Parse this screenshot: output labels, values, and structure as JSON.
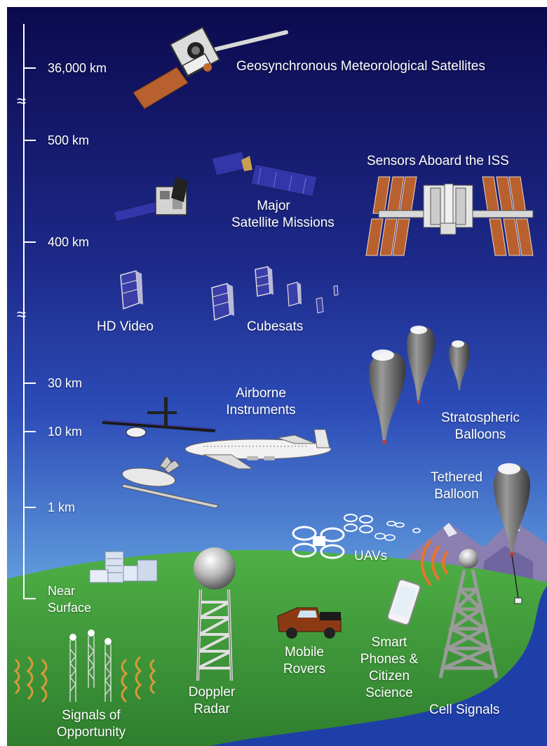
{
  "colors": {
    "sky_top": "#0c0a4e",
    "sky_mid": "#2d4db8",
    "sky_low": "#8fc8ee",
    "ground": "#3e9a3a",
    "water": "#1f3fa8",
    "panel_orange": "#b8602e",
    "panel_blue": "#3236a8"
  },
  "altitude_axis": {
    "ticks": [
      "36,000 km",
      "500 km",
      "400 km",
      "30 km",
      "10 km",
      "1 km"
    ],
    "near_surface": [
      "Near",
      "Surface"
    ],
    "break_symbol": "≈"
  },
  "labels": {
    "geo": "Geosynchronous Meteorological Satellites",
    "iss": "Sensors Aboard the ISS",
    "major": [
      "Major",
      "Satellite Missions"
    ],
    "hd_video": "HD Video",
    "cubesats": "Cubesats",
    "airborne": [
      "Airborne",
      "Instruments"
    ],
    "strato": [
      "Stratospheric",
      "Balloons"
    ],
    "tethered": [
      "Tethered",
      "Balloon"
    ],
    "uavs": "UAVs",
    "signals": [
      "Signals of",
      "Opportunity"
    ],
    "doppler": [
      "Doppler",
      "Radar"
    ],
    "rovers": [
      "Mobile",
      "Rovers"
    ],
    "phones": [
      "Smart",
      "Phones &",
      "Citizen",
      "Science"
    ],
    "cell": "Cell Signals"
  },
  "icons": [
    "geostationary-satellite-icon",
    "iss-icon",
    "earth-observing-satellite-icon",
    "cubesat-icon",
    "solar-aircraft-icon",
    "jet-aircraft-icon",
    "drone-aircraft-icon",
    "stratospheric-balloon-icon",
    "tethered-balloon-icon",
    "quadcopter-icon",
    "buildings-icon",
    "signal-tower-icon",
    "radar-dome-icon",
    "pickup-truck-icon",
    "smartphone-icon",
    "cell-tower-icon",
    "mountain-icon",
    "river-icon"
  ]
}
